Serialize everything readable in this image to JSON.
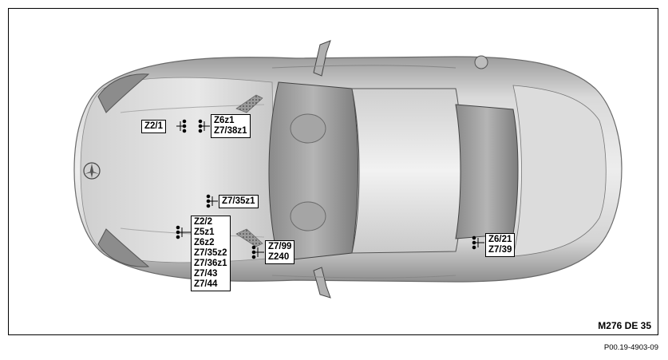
{
  "diagram": {
    "code": "M276 DE 35",
    "figure_ref": "P00.19-4903-09",
    "callouts": {
      "z2_1": [
        "Z2/1"
      ],
      "z6z1": [
        "Z6z1",
        "Z7/38z1"
      ],
      "z7_35z1": [
        "Z7/35z1"
      ],
      "z2_2": [
        "Z2/2",
        "Z5z1",
        "Z6z2",
        "Z7/35z2",
        "Z7/36z1",
        "Z7/43",
        "Z7/44"
      ],
      "z7_99": [
        "Z7/99",
        "Z240"
      ],
      "z6_21": [
        "Z6/21",
        "Z7/39"
      ]
    }
  },
  "colors": {
    "body_light": "#e4e4e4",
    "body_mid": "#bdbdbd",
    "body_dark": "#7a7a7a",
    "glass": "#9a9a9a",
    "outline": "#000000"
  }
}
